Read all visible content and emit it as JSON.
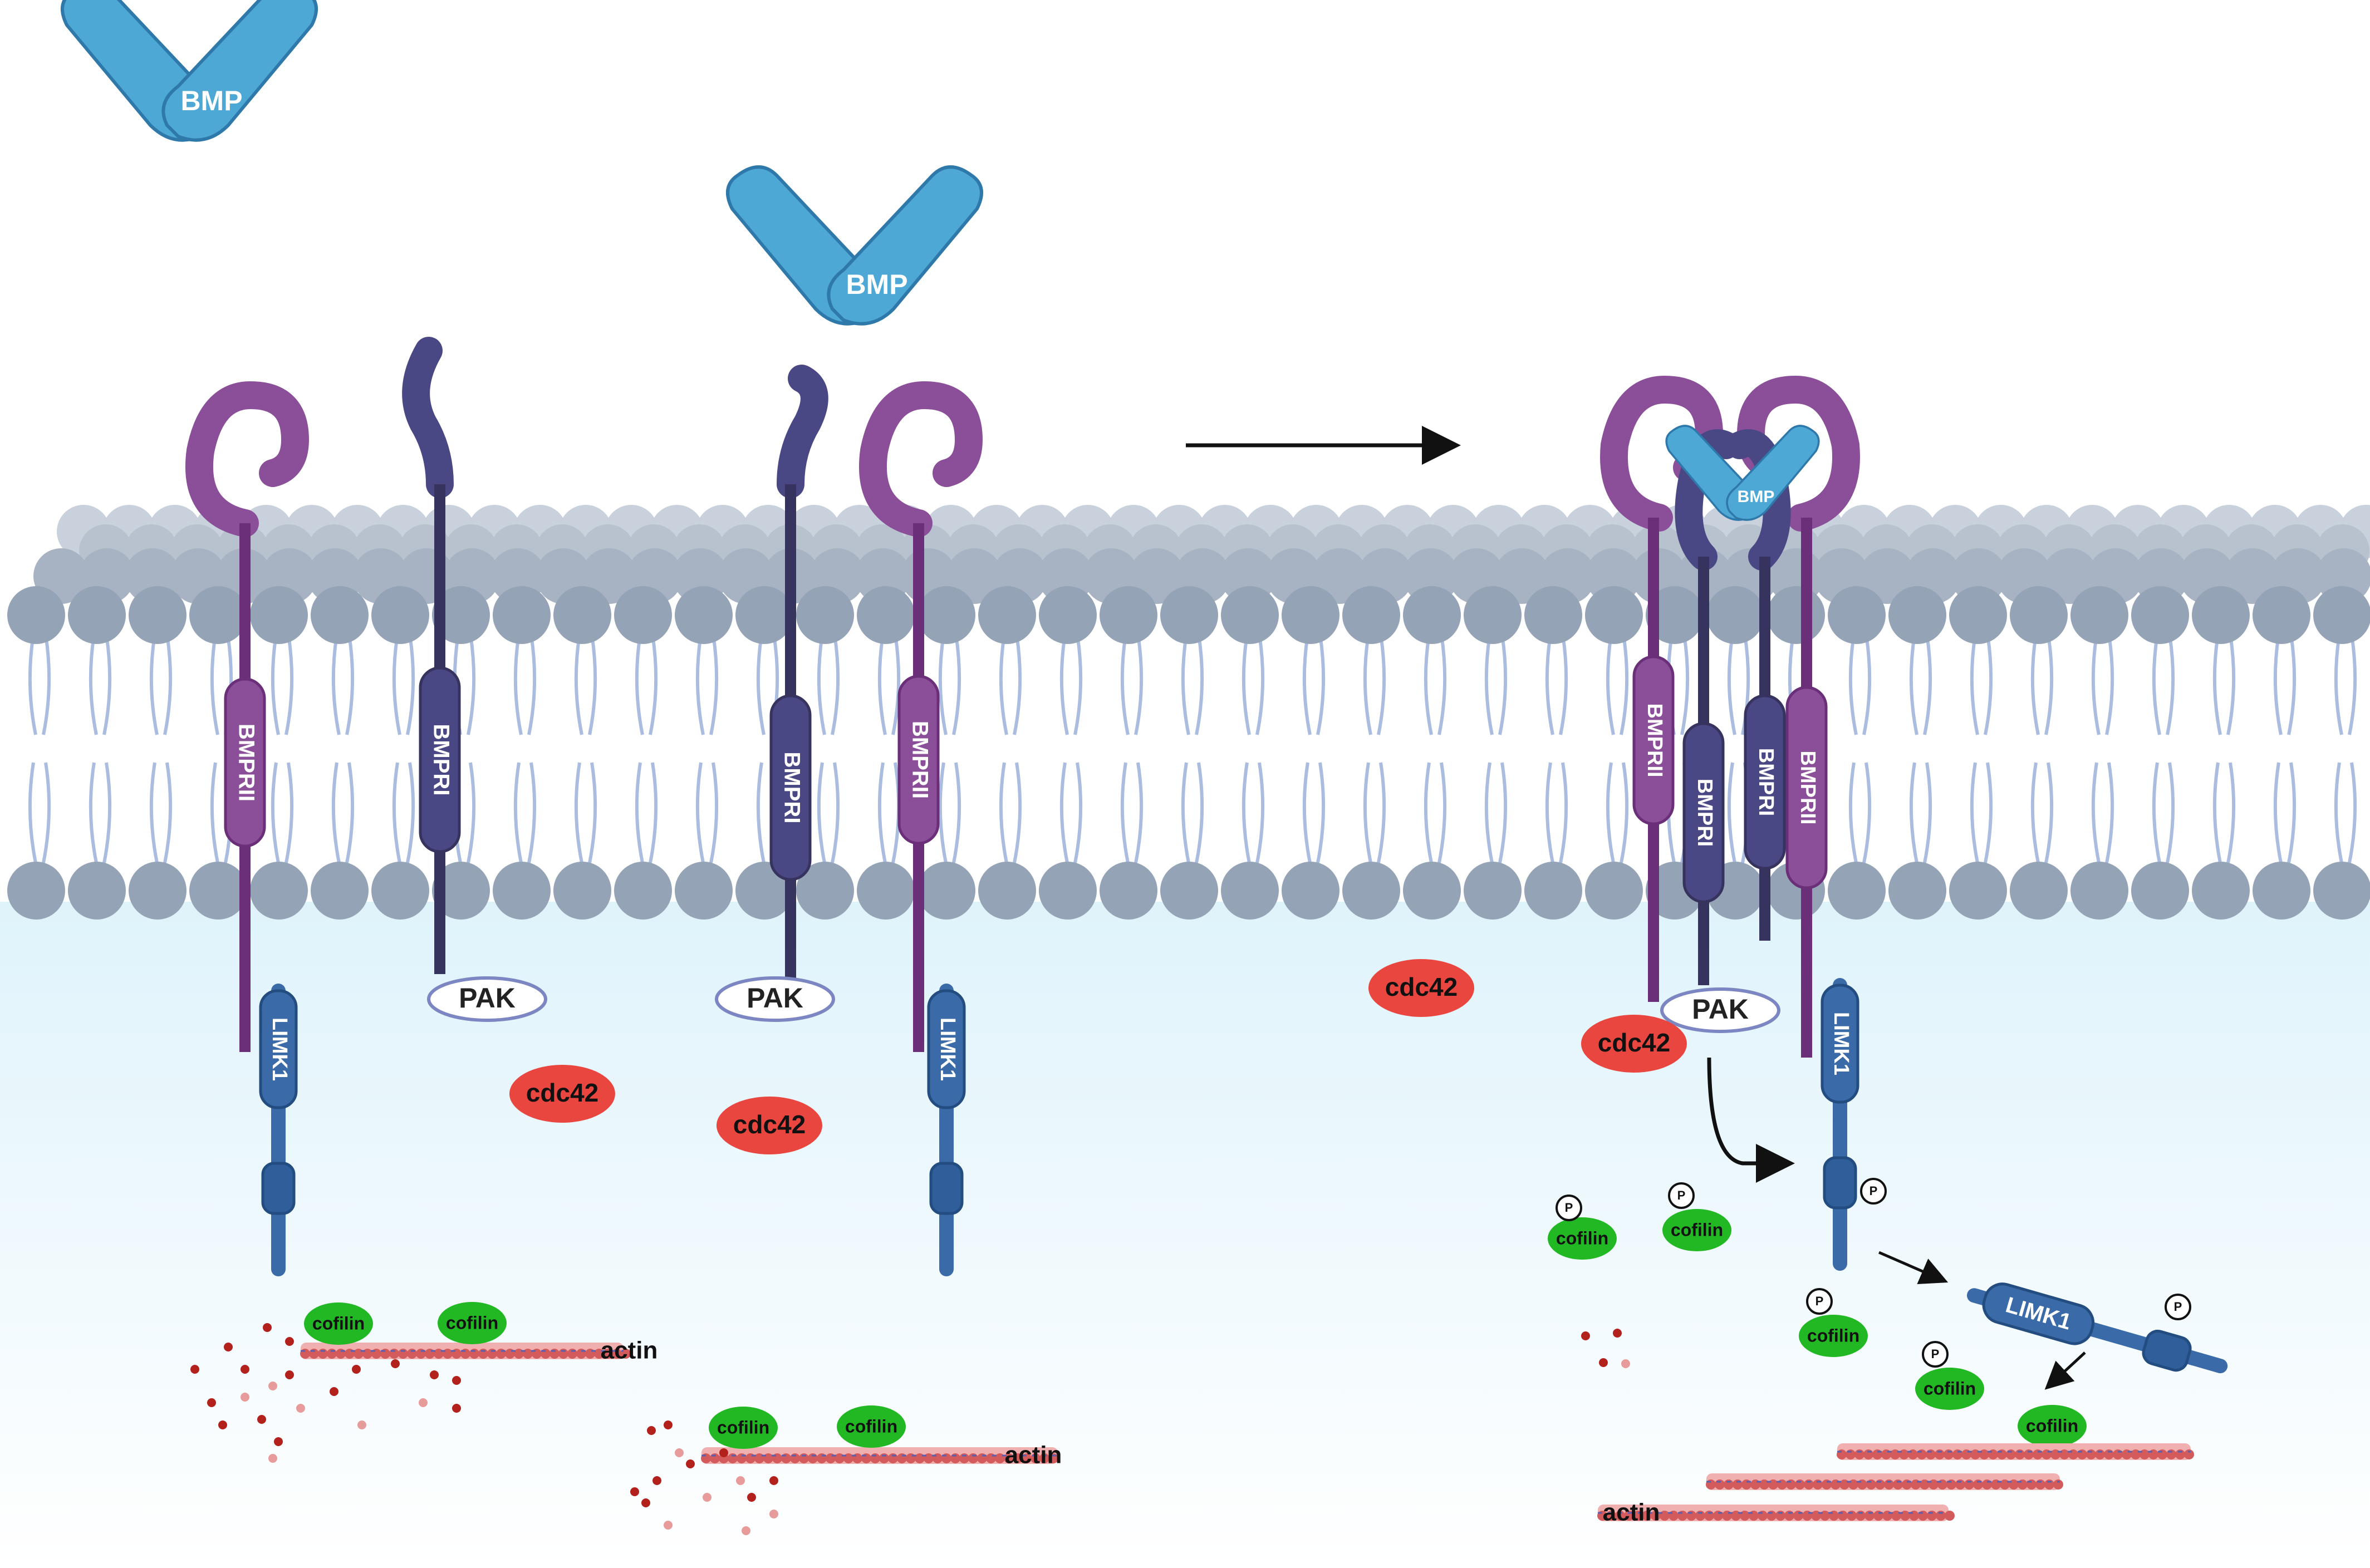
{
  "labels": {
    "bmp": "BMP",
    "bmprii": "BMPRII",
    "bmpri": "BMPRI",
    "pak": "PAK",
    "cdc42": "cdc42",
    "limk1": "LIMK1",
    "cofilin": "cofilin",
    "actin": "actin",
    "phospho": "P"
  },
  "colors": {
    "bmp": "#4ea8d6",
    "bmp_dark": "#2e79a9",
    "bmprii": "#8b4f9a",
    "bmprii_dark": "#6b2f7a",
    "bmpri": "#4a4785",
    "bmpri_dark": "#36335f",
    "limk1": "#3a6aa8",
    "cdc42": "#e8463f",
    "cofilin": "#22b823",
    "actin": "#d45b5b",
    "membrane_head": "#95a3b6",
    "cytoplasm_top": "#e1f4fb"
  }
}
